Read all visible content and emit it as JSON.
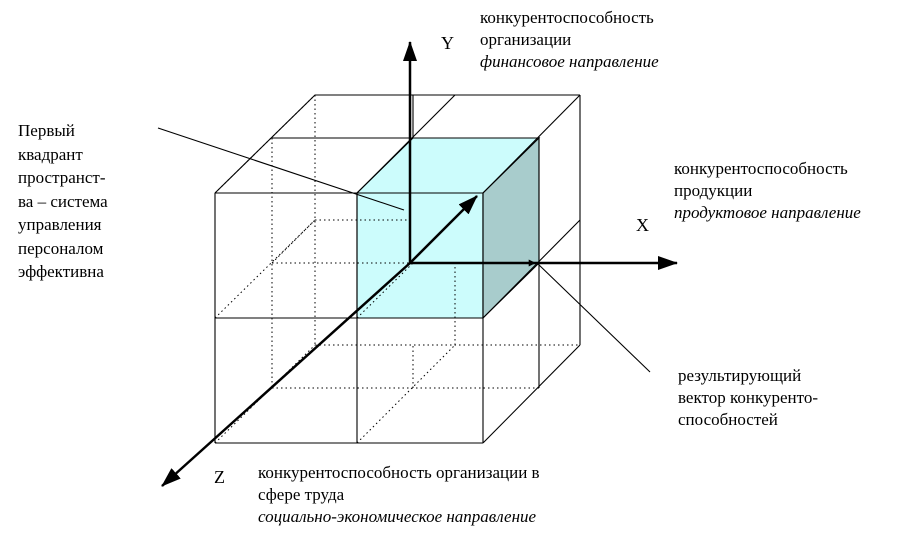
{
  "labels": {
    "y_axis": "Y",
    "x_axis": "X",
    "z_axis": "Z",
    "y_caption": {
      "line1": "конкурентоспособность",
      "line2": "организации",
      "line3": "финансовое направление"
    },
    "x_caption": {
      "line1": "конкурентоспособность",
      "line2": "продукции",
      "line3": "продуктовое направление"
    },
    "z_caption": {
      "line1": "конкурентоспособность организации в",
      "line2": "сфере труда",
      "line3": "социально-экономическое направление"
    },
    "quadrant_caption": {
      "line1": "Первый",
      "line2": "квадрант",
      "line3": "пространст-",
      "line4": "ва – система",
      "line5": "управления",
      "line6": "персоналом",
      "line7": "эффективна"
    },
    "vector_caption": {
      "line1": "результирующий",
      "line2": "вектор конкуренто-",
      "line3": "способностей"
    }
  },
  "colors": {
    "cube_front": "#ccfcfc",
    "cube_top": "#ccfcfc",
    "cube_side": "#a8cccc",
    "lines": "#000000"
  }
}
